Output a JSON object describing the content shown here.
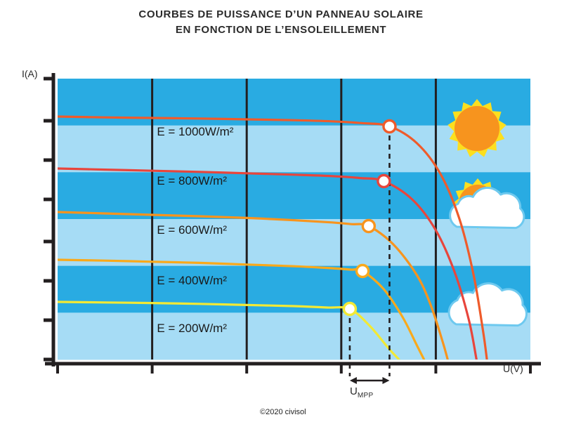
{
  "title": {
    "line1": "COURBES DE PUISSANCE D’UN PANNEAU SOLAIRE",
    "line2": "EN FONCTION DE L’ENSOLEILLEMENT",
    "color": "#2b2b2b"
  },
  "axes": {
    "y_label": "I(A)",
    "x_label": "U(V)",
    "axis_color": "#231f20"
  },
  "annotation": {
    "umpp_text": "U",
    "umpp_sub": "MPP"
  },
  "credit": "©2020 civisol",
  "icons": {
    "sun": "sun-icon",
    "sun_cloud": "sun-behind-cloud-icon",
    "cloud": "cloud-icon"
  },
  "colors": {
    "stripe_dark": "#29abe2",
    "stripe_light": "#a6dcf5",
    "grid": "#231f20",
    "sun_fill": "#f7941e",
    "sun_ray": "#fcdf1f",
    "cloud_fill": "#ffffff",
    "cloud_stroke": "#6ec9ef",
    "marker_fill": "#ffffff"
  },
  "chart_data": {
    "type": "line",
    "title": "COURBES DE PUISSANCE D’UN PANNEAU SOLAIRE EN FONCTION DE L’ENSOLEILLEMENT",
    "xlabel": "U(V)",
    "ylabel": "I(A)",
    "grid": true,
    "legend": "inline-labels",
    "xlim": [
      0,
      100
    ],
    "ylim": [
      0,
      100
    ],
    "x_gridlines": [
      20,
      40,
      60,
      80
    ],
    "y_ticks": [
      0,
      14,
      28,
      42,
      57,
      71,
      85,
      100
    ],
    "annotations": [
      {
        "name": "umpp-bracket",
        "label": "U_MPP",
        "x_from": 61.8,
        "x_to": 70.2,
        "note": "dashed verticals from the 200W/m² and 1000W/m² maximum-power points"
      }
    ],
    "series": [
      {
        "name": "E = 1000W/m2",
        "label": "E = 1000W/m²",
        "color": "#ef5b2b",
        "irradiance_w_m2": 1000,
        "label_x": 21,
        "label_y": 81,
        "mpp": {
          "x": 70.2,
          "y": 83.0
        },
        "points": [
          {
            "x": 0,
            "y": 86.5
          },
          {
            "x": 10,
            "y": 86.2
          },
          {
            "x": 20,
            "y": 86.0
          },
          {
            "x": 30,
            "y": 85.8
          },
          {
            "x": 40,
            "y": 85.5
          },
          {
            "x": 50,
            "y": 85.2
          },
          {
            "x": 58,
            "y": 84.8
          },
          {
            "x": 64,
            "y": 84.2
          },
          {
            "x": 70.2,
            "y": 83.0
          },
          {
            "x": 76,
            "y": 77.0
          },
          {
            "x": 81,
            "y": 66.0
          },
          {
            "x": 85,
            "y": 50.0
          },
          {
            "x": 88,
            "y": 30.0
          },
          {
            "x": 90,
            "y": 10.0
          },
          {
            "x": 90.8,
            "y": 0
          }
        ]
      },
      {
        "name": "E = 800W/m2",
        "label": "E = 800W/m²",
        "color": "#e8453c",
        "irradiance_w_m2": 800,
        "label_x": 21,
        "label_y": 63.5,
        "mpp": {
          "x": 69.0,
          "y": 63.5
        },
        "points": [
          {
            "x": 0,
            "y": 68.0
          },
          {
            "x": 10,
            "y": 67.6
          },
          {
            "x": 20,
            "y": 67.2
          },
          {
            "x": 30,
            "y": 66.8
          },
          {
            "x": 40,
            "y": 66.3
          },
          {
            "x": 50,
            "y": 65.8
          },
          {
            "x": 58,
            "y": 65.3
          },
          {
            "x": 64,
            "y": 64.6
          },
          {
            "x": 69.0,
            "y": 63.5
          },
          {
            "x": 75,
            "y": 57.0
          },
          {
            "x": 80,
            "y": 46.0
          },
          {
            "x": 84,
            "y": 31.0
          },
          {
            "x": 87,
            "y": 14.0
          },
          {
            "x": 88.6,
            "y": 0
          }
        ]
      },
      {
        "name": "E = 600W/m2",
        "label": "E = 600W/m²",
        "color": "#f7941e",
        "irradiance_w_m2": 600,
        "label_x": 21,
        "label_y": 46,
        "mpp": {
          "x": 65.8,
          "y": 47.5
        },
        "points": [
          {
            "x": 0,
            "y": 52.5
          },
          {
            "x": 10,
            "y": 52.0
          },
          {
            "x": 20,
            "y": 51.5
          },
          {
            "x": 30,
            "y": 51.0
          },
          {
            "x": 40,
            "y": 50.4
          },
          {
            "x": 50,
            "y": 49.6
          },
          {
            "x": 58,
            "y": 48.8
          },
          {
            "x": 62,
            "y": 48.2
          },
          {
            "x": 65.8,
            "y": 47.5
          },
          {
            "x": 71,
            "y": 41.0
          },
          {
            "x": 76,
            "y": 30.0
          },
          {
            "x": 79,
            "y": 19.0
          },
          {
            "x": 81.5,
            "y": 6.0
          },
          {
            "x": 82.5,
            "y": 0
          }
        ]
      },
      {
        "name": "E = 400W/m2",
        "label": "E = 400W/m²",
        "color": "#f9a91b",
        "irradiance_w_m2": 400,
        "label_x": 21,
        "label_y": 28,
        "mpp": {
          "x": 64.5,
          "y": 31.5
        },
        "points": [
          {
            "x": 0,
            "y": 35.5
          },
          {
            "x": 10,
            "y": 35.2
          },
          {
            "x": 20,
            "y": 34.8
          },
          {
            "x": 30,
            "y": 34.4
          },
          {
            "x": 40,
            "y": 33.8
          },
          {
            "x": 50,
            "y": 33.2
          },
          {
            "x": 58,
            "y": 32.5
          },
          {
            "x": 62,
            "y": 32.0
          },
          {
            "x": 64.5,
            "y": 31.5
          },
          {
            "x": 69,
            "y": 25.0
          },
          {
            "x": 73,
            "y": 15.0
          },
          {
            "x": 76,
            "y": 5.0
          },
          {
            "x": 77.5,
            "y": 0
          }
        ]
      },
      {
        "name": "E = 200W/m2",
        "label": "E = 200W/m²",
        "color": "#f2e935",
        "irradiance_w_m2": 200,
        "label_x": 21,
        "label_y": 11,
        "mpp": {
          "x": 61.8,
          "y": 18.0
        },
        "points": [
          {
            "x": 0,
            "y": 20.5
          },
          {
            "x": 10,
            "y": 20.3
          },
          {
            "x": 20,
            "y": 20.1
          },
          {
            "x": 30,
            "y": 19.8
          },
          {
            "x": 40,
            "y": 19.4
          },
          {
            "x": 50,
            "y": 19.0
          },
          {
            "x": 57,
            "y": 18.5
          },
          {
            "x": 61.8,
            "y": 18.0
          },
          {
            "x": 66,
            "y": 12.0
          },
          {
            "x": 70,
            "y": 4.0
          },
          {
            "x": 72.2,
            "y": 0
          }
        ]
      }
    ]
  }
}
